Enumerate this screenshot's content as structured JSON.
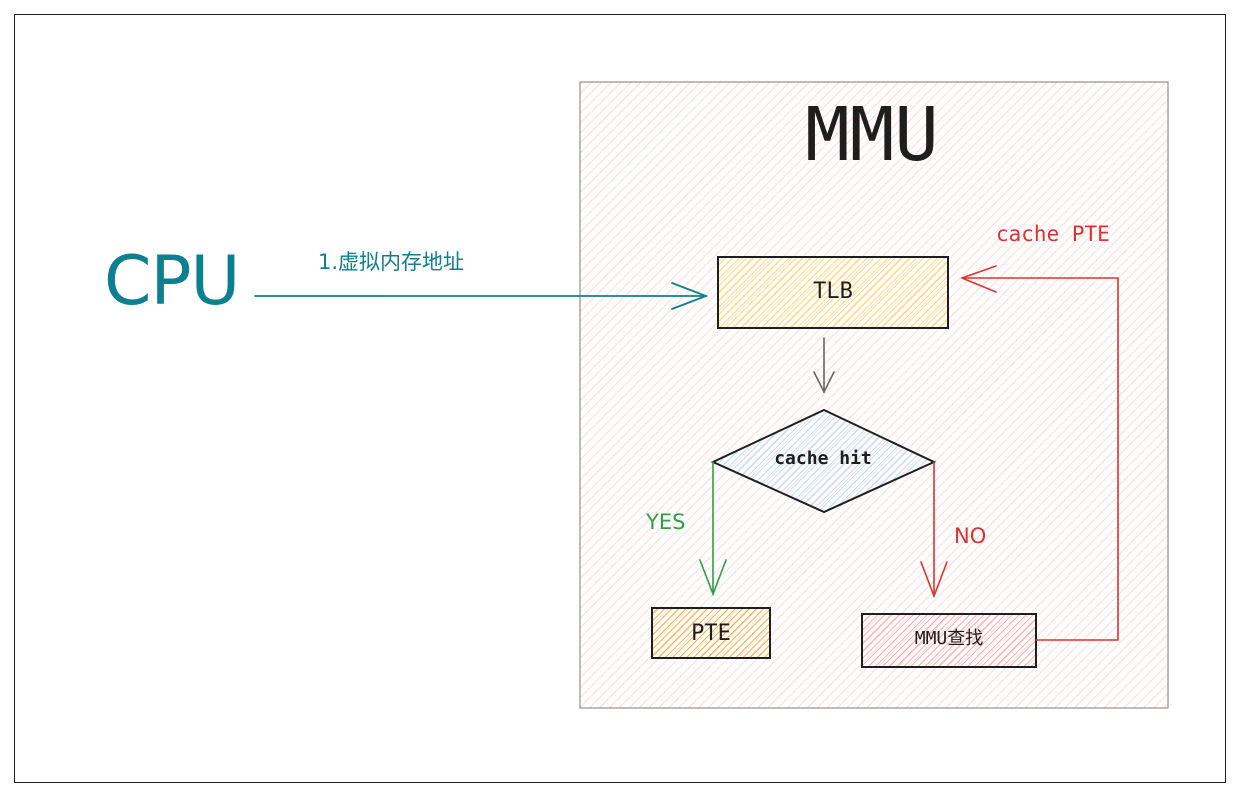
{
  "mmu": {
    "title": "MMU"
  },
  "cpu": {
    "label": "CPU"
  },
  "edges": {
    "virtual_address": "1.虚拟内存地址",
    "yes": "YES",
    "no": "NO",
    "cache_pte": "cache PTE"
  },
  "nodes": {
    "tlb": "TLB",
    "decision": "cache hit",
    "pte": "PTE",
    "mmu_lookup": "MMU查找"
  },
  "colors": {
    "cpu_teal": "#0c7f91",
    "mmu_fill_hatch": "#ffc9c9",
    "tlb_fill_hatch": "#ffd43b",
    "decision_fill_hatch": "#a5d8ff",
    "pte_fill_hatch": "#f59f00",
    "lookup_fill_hatch": "#ff8787",
    "yes_green": "#2f9e44",
    "no_red": "#e03131",
    "neutral_arrow": "#666666",
    "stroke": "#1e1e1e"
  }
}
